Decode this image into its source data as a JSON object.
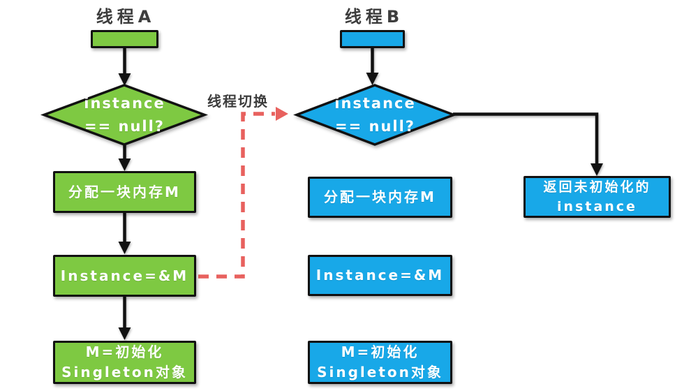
{
  "colors": {
    "green": "#7ec942",
    "blue": "#18a8e8",
    "red": "#e8615e",
    "stroke": "#111111",
    "title_text": "#3d3d3d",
    "box_text": "#ffffff"
  },
  "thread_a": {
    "title": "线程A",
    "diamond": "instance\n== null?",
    "steps": [
      "分配一块内存M",
      "Instance=&M",
      "M=初始化\nSingleton对象"
    ]
  },
  "thread_b": {
    "title": "线程B",
    "diamond": "instance\n== null?",
    "steps": [
      "分配一块内存M",
      "Instance=&M",
      "M=初始化\nSingleton对象"
    ],
    "return_box": "返回未初始化的\ninstance"
  },
  "annotations": {
    "thread_switch": "线程切换"
  }
}
